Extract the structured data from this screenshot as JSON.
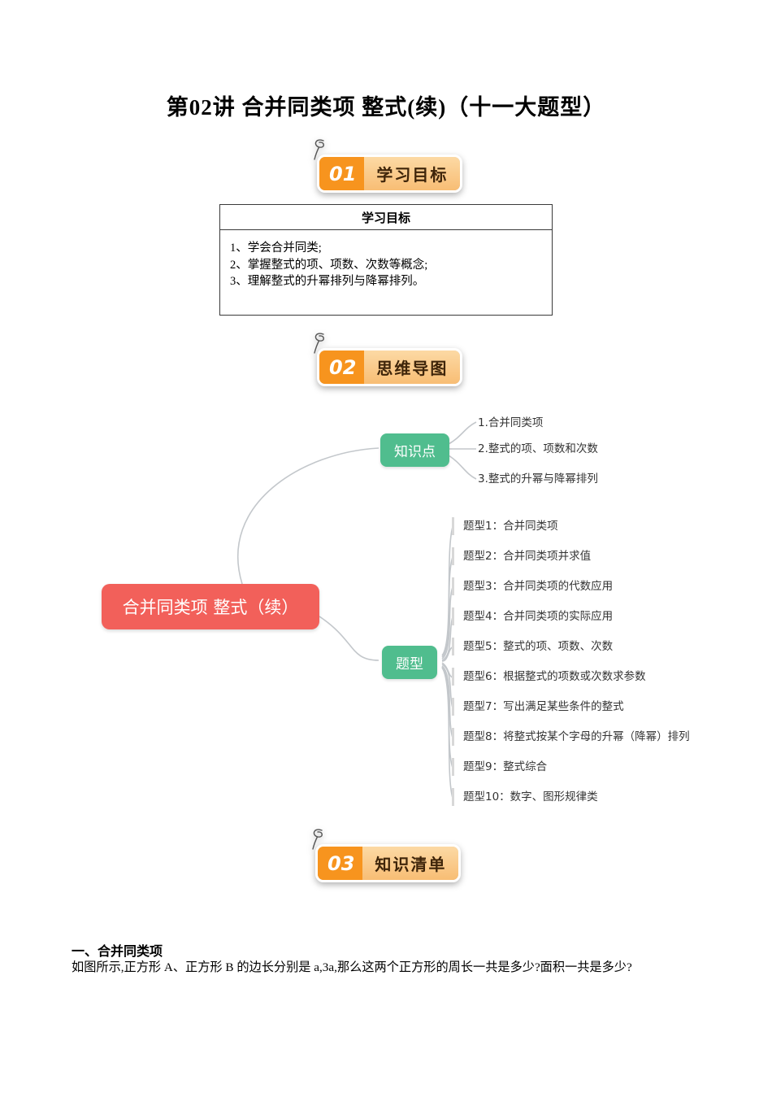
{
  "page": {
    "title": "第02讲 合并同类项 整式(续)（十一大题型）"
  },
  "badges": [
    {
      "number": "01",
      "label": "学习目标"
    },
    {
      "number": "02",
      "label": "思维导图"
    },
    {
      "number": "03",
      "label": "知识清单"
    }
  ],
  "goals_table": {
    "header": "学习目标",
    "items": [
      "1、学会合并同类;",
      "2、掌握整式的项、项数、次数等概念;",
      "3、理解整式的升幂排列与降幂排列。"
    ]
  },
  "mindmap": {
    "root": "合并同类项 整式（续）",
    "branches": [
      {
        "label": "知识点",
        "items": [
          "1.合并同类项",
          "2.整式的项、项数和次数",
          "3.整式的升幂与降幂排列"
        ]
      },
      {
        "label": "题型",
        "items": [
          "题型1：合并同类项",
          "题型2：合并同类项并求值",
          "题型3：合并同类项的代数应用",
          "题型4：合并同类项的实际应用",
          "题型5：整式的项、项数、次数",
          "题型6：根据整式的项数或次数求参数",
          "题型7：写出满足某些条件的整式",
          "题型8：将整式按某个字母的升幂（降幂）排列",
          "题型9：整式综合",
          "题型10：数字、图形规律类"
        ]
      }
    ]
  },
  "content": {
    "section_heading": "一、合并同类项",
    "paragraph": "如图所示,正方形 A、正方形 B 的边长分别是 a,3a,那么这两个正方形的周长一共是多少?面积一共是多少?"
  },
  "colors": {
    "badge_number_bg": "#f7941e",
    "badge_label_bg": "#f8bd74",
    "root_node_bg": "#f2605a",
    "branch_node_bg": "#50bd8e"
  }
}
